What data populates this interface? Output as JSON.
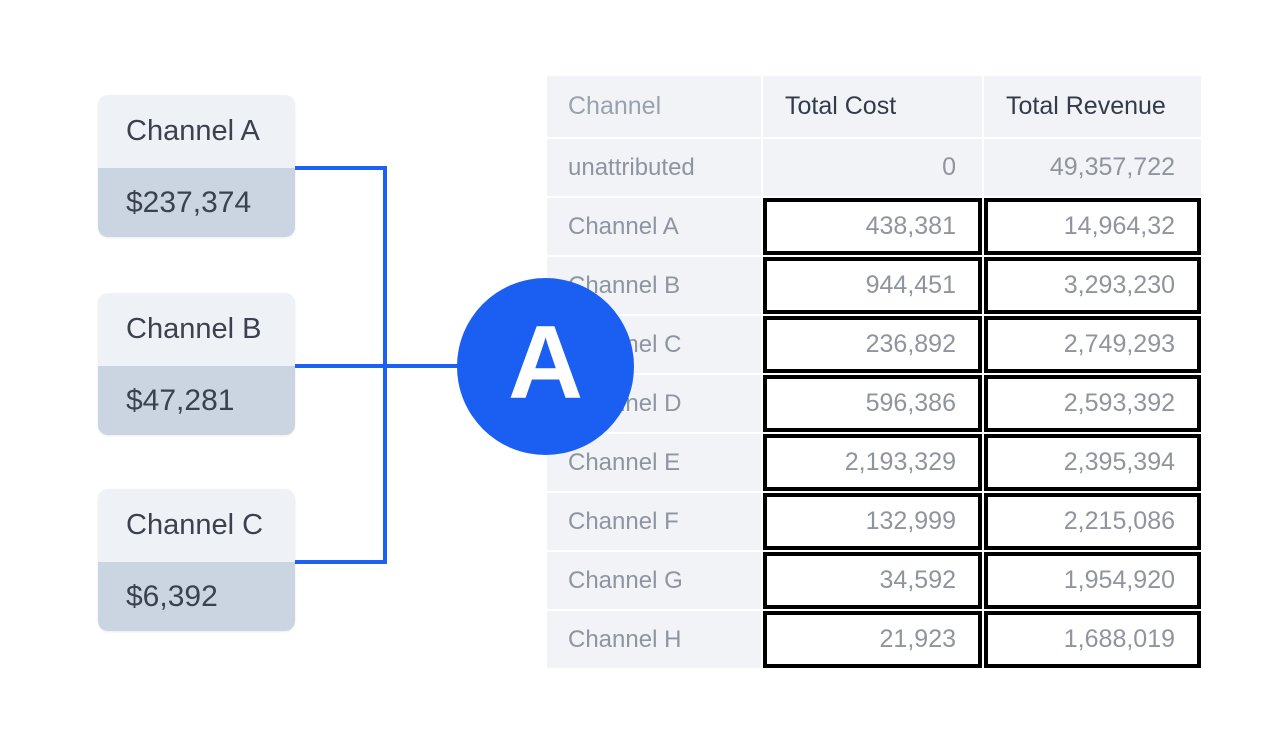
{
  "illustration": {
    "cards": [
      {
        "label": "Channel A",
        "value": "$237,374"
      },
      {
        "label": "Channel B",
        "value": "$47,281"
      },
      {
        "label": "Channel C",
        "value": "$6,392"
      }
    ],
    "node": {
      "label": "A"
    },
    "connector_color": "#1b61f3",
    "node_color": "#1a5ef2",
    "card_header_bg": "#eef1f5",
    "card_value_bg": "#cbd4e1"
  },
  "table": {
    "columns": [
      "Channel",
      "Total Cost",
      "Total Revenue"
    ],
    "rows": [
      {
        "channel": "unattributed",
        "cost": "0",
        "revenue": "49,357,722",
        "highlight": false
      },
      {
        "channel": "Channel A",
        "cost": "438,381",
        "revenue": "14,964,32",
        "highlight": true
      },
      {
        "channel": "Channel B",
        "cost": "944,451",
        "revenue": "3,293,230",
        "highlight": true
      },
      {
        "channel": "Channel C",
        "cost": "236,892",
        "revenue": "2,749,293",
        "highlight": true
      },
      {
        "channel": "Channel D",
        "cost": "596,386",
        "revenue": "2,593,392",
        "highlight": true
      },
      {
        "channel": "Channel E",
        "cost": "2,193,329",
        "revenue": "2,395,394",
        "highlight": true
      },
      {
        "channel": "Channel F",
        "cost": "132,999",
        "revenue": "2,215,086",
        "highlight": true
      },
      {
        "channel": "Channel G",
        "cost": "34,592",
        "revenue": "1,954,920",
        "highlight": true
      },
      {
        "channel": "Channel H",
        "cost": "21,923",
        "revenue": "1,688,019",
        "highlight": true
      }
    ],
    "cell_bg": "#f1f3f6",
    "highlight_border": "#000000",
    "muted_text": "#8f949e",
    "strong_text": "#333b48"
  }
}
